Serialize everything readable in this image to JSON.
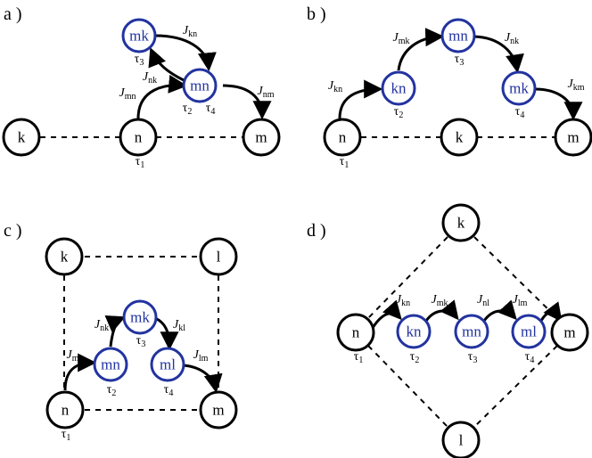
{
  "colors": {
    "single_node_stroke": "#000000",
    "pair_node_stroke": "#2233a0",
    "pair_node_text": "#2233a0",
    "line": "#000000"
  },
  "panels": [
    {
      "label": "a )",
      "nodes": [
        {
          "text": "k",
          "kind": "single"
        },
        {
          "text": "n",
          "kind": "single"
        },
        {
          "text": "m",
          "kind": "single"
        },
        {
          "text": "mk",
          "kind": "pair"
        },
        {
          "text": "mn",
          "kind": "pair"
        }
      ],
      "couplings": [
        {
          "sym": "J",
          "sub": "kn"
        },
        {
          "sym": "J",
          "sub": "nk"
        },
        {
          "sym": "J",
          "sub": "mn"
        },
        {
          "sym": "J",
          "sub": "nm"
        }
      ],
      "times": [
        {
          "sym": "τ",
          "sub": "3"
        },
        {
          "sym": "τ",
          "sub": "2"
        },
        {
          "sym": "τ",
          "sub": "4"
        },
        {
          "sym": "τ",
          "sub": "1"
        }
      ]
    },
    {
      "label": "b )",
      "nodes": [
        {
          "text": "n",
          "kind": "single"
        },
        {
          "text": "k",
          "kind": "single"
        },
        {
          "text": "m",
          "kind": "single"
        },
        {
          "text": "kn",
          "kind": "pair"
        },
        {
          "text": "mn",
          "kind": "pair"
        },
        {
          "text": "mk",
          "kind": "pair"
        }
      ],
      "couplings": [
        {
          "sym": "J",
          "sub": "kn"
        },
        {
          "sym": "J",
          "sub": "mk"
        },
        {
          "sym": "J",
          "sub": "nk"
        },
        {
          "sym": "J",
          "sub": "km"
        }
      ],
      "times": [
        {
          "sym": "τ",
          "sub": "2"
        },
        {
          "sym": "τ",
          "sub": "3"
        },
        {
          "sym": "τ",
          "sub": "4"
        },
        {
          "sym": "τ",
          "sub": "1"
        }
      ]
    },
    {
      "label": "c )",
      "nodes": [
        {
          "text": "k",
          "kind": "single"
        },
        {
          "text": "l",
          "kind": "single"
        },
        {
          "text": "n",
          "kind": "single"
        },
        {
          "text": "m",
          "kind": "single"
        },
        {
          "text": "mk",
          "kind": "pair"
        },
        {
          "text": "mn",
          "kind": "pair"
        },
        {
          "text": "ml",
          "kind": "pair"
        }
      ],
      "couplings": [
        {
          "sym": "J",
          "sub": "nk"
        },
        {
          "sym": "J",
          "sub": "kl"
        },
        {
          "sym": "J",
          "sub": "mn"
        },
        {
          "sym": "J",
          "sub": "lm"
        }
      ],
      "times": [
        {
          "sym": "τ",
          "sub": "3"
        },
        {
          "sym": "τ",
          "sub": "2"
        },
        {
          "sym": "τ",
          "sub": "4"
        },
        {
          "sym": "τ",
          "sub": "1"
        }
      ]
    },
    {
      "label": "d )",
      "nodes": [
        {
          "text": "k",
          "kind": "single"
        },
        {
          "text": "n",
          "kind": "single"
        },
        {
          "text": "m",
          "kind": "single"
        },
        {
          "text": "l",
          "kind": "single"
        },
        {
          "text": "kn",
          "kind": "pair"
        },
        {
          "text": "mn",
          "kind": "pair"
        },
        {
          "text": "ml",
          "kind": "pair"
        }
      ],
      "couplings": [
        {
          "sym": "J",
          "sub": "kn"
        },
        {
          "sym": "J",
          "sub": "mk"
        },
        {
          "sym": "J",
          "sub": "nl"
        },
        {
          "sym": "J",
          "sub": "lm"
        }
      ],
      "times": [
        {
          "sym": "τ",
          "sub": "1"
        },
        {
          "sym": "τ",
          "sub": "2"
        },
        {
          "sym": "τ",
          "sub": "3"
        },
        {
          "sym": "τ",
          "sub": "4"
        }
      ]
    }
  ]
}
